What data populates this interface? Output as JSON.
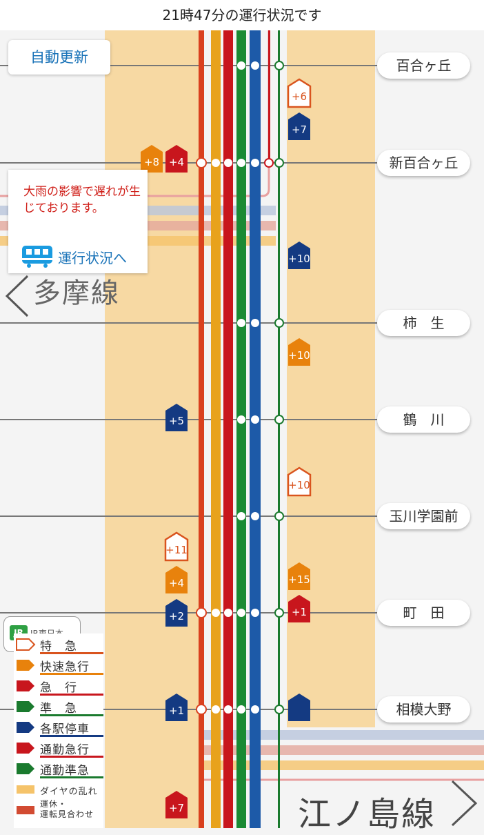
{
  "header": {
    "title": "21時47分の運行状況です"
  },
  "auto_update": {
    "label": "自動更新"
  },
  "notice": {
    "text": "大雨の影響で遅れが生じております。",
    "link": "運行状況へ"
  },
  "line_labels": {
    "tama": "多摩線",
    "enoshima": "江ノ島線"
  },
  "jr_badge": {
    "logo": "JR",
    "text": "JR東日本"
  },
  "colors": {
    "limited_express": "#d9541e",
    "rapid_express": "#e8820c",
    "express": "#c8161d",
    "semi_express": "#1a7a2e",
    "local": "#143a82",
    "commuter_express": "#c8161d",
    "commuter_semi_express": "#1a7a2e",
    "delay": "#f5c36a",
    "suspended": "#d24b32"
  },
  "stations": [
    {
      "name": "百合ヶ丘"
    },
    {
      "name": "新百合ヶ丘"
    },
    {
      "name": "柿　生"
    },
    {
      "name": "鶴　川"
    },
    {
      "name": "玉川学園前"
    },
    {
      "name": "町　田"
    },
    {
      "name": "相模大野"
    }
  ],
  "trains": [
    {
      "label": "+6",
      "kind": "outline",
      "color": "#d9541e"
    },
    {
      "label": "+7",
      "kind": "solid",
      "color": "#143a82"
    },
    {
      "label": "+8",
      "kind": "solid",
      "color": "#e8820c"
    },
    {
      "label": "+4",
      "kind": "solid",
      "color": "#c8161d"
    },
    {
      "label": "+10",
      "kind": "solid",
      "color": "#143a82"
    },
    {
      "label": "+10",
      "kind": "solid",
      "color": "#e8820c"
    },
    {
      "label": "+5",
      "kind": "solid",
      "color": "#143a82"
    },
    {
      "label": "+10",
      "kind": "outline",
      "color": "#d9541e"
    },
    {
      "label": "+11",
      "kind": "outline",
      "color": "#d9541e"
    },
    {
      "label": "+4",
      "kind": "solid",
      "color": "#e8820c"
    },
    {
      "label": "+15",
      "kind": "solid",
      "color": "#e8820c"
    },
    {
      "label": "+2",
      "kind": "solid",
      "color": "#143a82"
    },
    {
      "label": "+1",
      "kind": "solid",
      "color": "#c8161d"
    },
    {
      "label": "+1",
      "kind": "solid",
      "color": "#143a82"
    },
    {
      "label": "",
      "kind": "solid",
      "color": "#143a82"
    },
    {
      "label": "+7",
      "kind": "solid",
      "color": "#c8161d"
    }
  ],
  "legend": [
    {
      "label": "特　急",
      "color": "#d9541e",
      "kind": "outline"
    },
    {
      "label": "快速急行",
      "color": "#e8820c",
      "kind": "solid"
    },
    {
      "label": "急　行",
      "color": "#c8161d",
      "kind": "solid"
    },
    {
      "label": "準　急",
      "color": "#1a7a2e",
      "kind": "solid"
    },
    {
      "label": "各駅停車",
      "color": "#143a82",
      "kind": "solid"
    },
    {
      "label": "通勤急行",
      "color": "#c8161d",
      "kind": "solid"
    },
    {
      "label": "通勤準急",
      "color": "#1a7a2e",
      "kind": "solid"
    },
    {
      "label": "ダイヤの乱れ",
      "color": "#f5c36a",
      "kind": "swatch"
    },
    {
      "label": "運休・\n運転見合わせ",
      "color": "#d24b32",
      "kind": "swatch"
    }
  ]
}
